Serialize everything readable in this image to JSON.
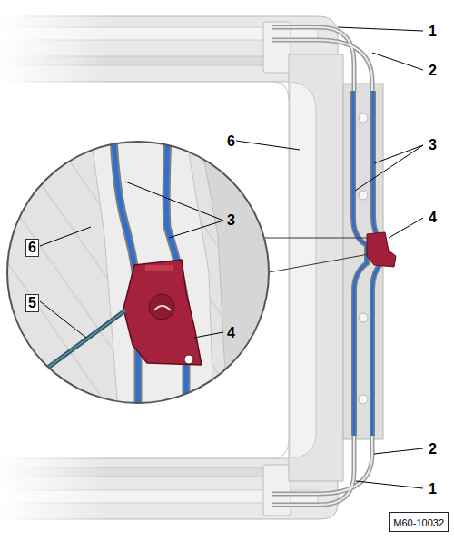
{
  "diagram": {
    "nodes": [
      {
        "text": [
          "M60-10032"
        ]
      }
    ],
    "labels": [
      "1",
      "2",
      "6",
      "3",
      "4",
      "3",
      "6",
      "5",
      "4",
      "2",
      "1"
    ]
  }
}
